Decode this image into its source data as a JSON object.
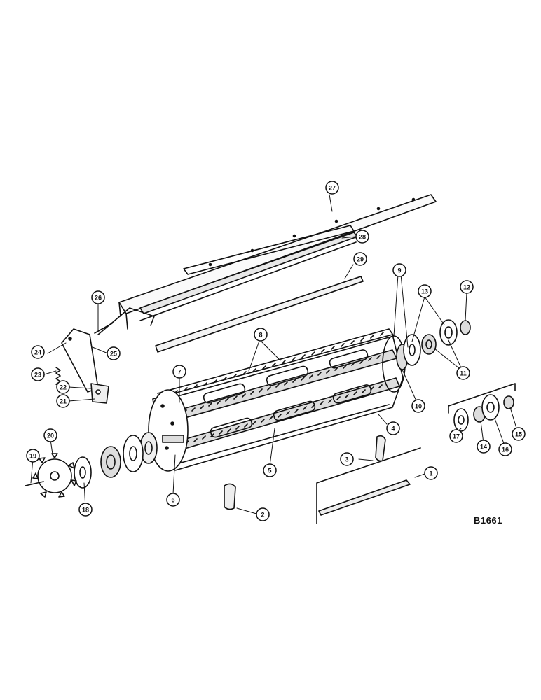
{
  "figure": {
    "reference_code": "B1661",
    "callouts": [
      "1",
      "2",
      "3",
      "4",
      "5",
      "6",
      "7",
      "8",
      "9",
      "10",
      "11",
      "12",
      "13",
      "14",
      "15",
      "16",
      "17",
      "18",
      "19",
      "20",
      "21",
      "22",
      "23",
      "24",
      "25",
      "26",
      "27",
      "28",
      "29"
    ]
  },
  "colors": {
    "ink": "#111111",
    "paper": "#ffffff"
  }
}
